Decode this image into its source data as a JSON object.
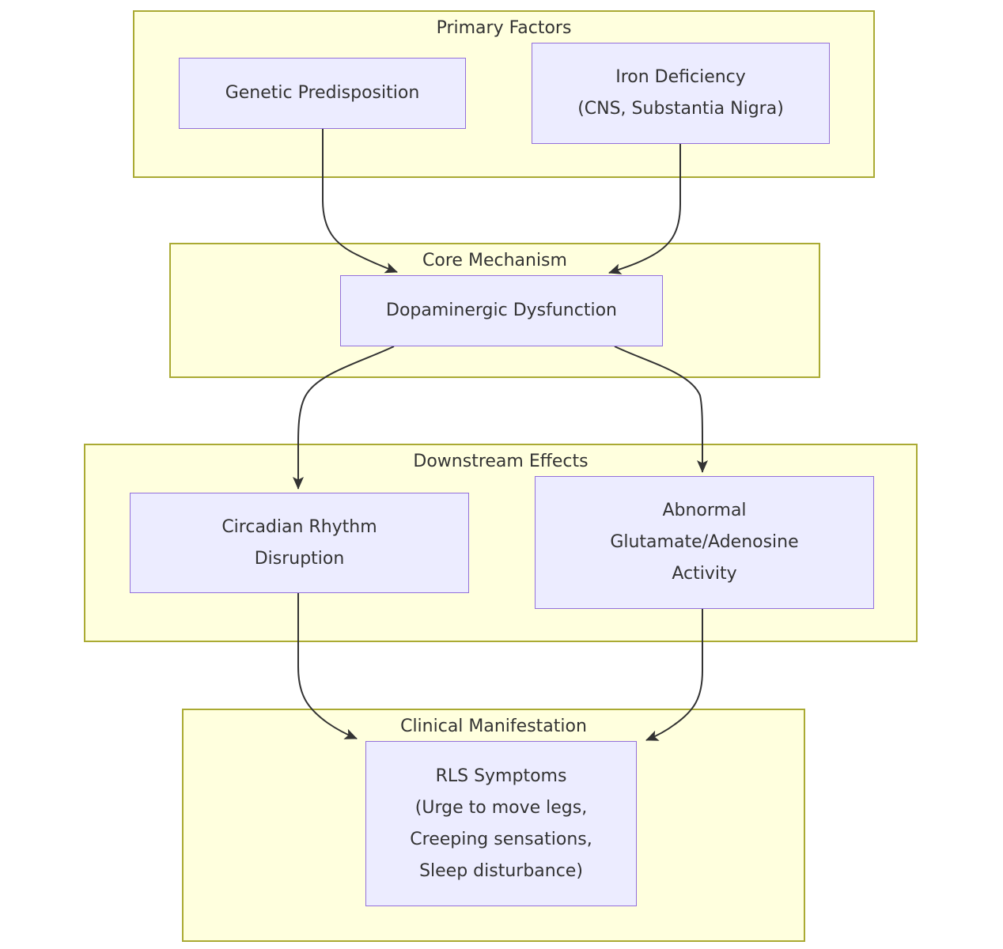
{
  "diagram": {
    "type": "flowchart",
    "direction": "top-down",
    "colors": {
      "background": "#ffffff",
      "cluster_fill": "#ffffde",
      "cluster_border": "#aaaa33",
      "node_fill": "#ececff",
      "node_border": "#9370db",
      "edge": "#333333",
      "text": "#333333"
    },
    "clusters": {
      "primary": {
        "title": "Primary Factors"
      },
      "core": {
        "title": "Core Mechanism"
      },
      "downstream": {
        "title": "Downstream Effects"
      },
      "clinical": {
        "title": "Clinical Manifestation"
      }
    },
    "nodes": {
      "genetic": {
        "cluster": "primary",
        "lines": [
          "Genetic Predisposition"
        ]
      },
      "iron": {
        "cluster": "primary",
        "lines": [
          "Iron Deficiency",
          "(CNS, Substantia Nigra)"
        ]
      },
      "dopaminergic": {
        "cluster": "core",
        "lines": [
          "Dopaminergic Dysfunction"
        ]
      },
      "circadian": {
        "cluster": "downstream",
        "lines": [
          "Circadian Rhythm",
          "Disruption"
        ]
      },
      "glutamate": {
        "cluster": "downstream",
        "lines": [
          "Abnormal",
          "Glutamate/Adenosine",
          "Activity"
        ]
      },
      "rls": {
        "cluster": "clinical",
        "lines": [
          "RLS Symptoms",
          "(Urge to move legs,",
          "Creeping sensations,",
          "Sleep disturbance)"
        ]
      }
    },
    "edges": [
      {
        "from": "genetic",
        "to": "dopaminergic"
      },
      {
        "from": "iron",
        "to": "dopaminergic"
      },
      {
        "from": "dopaminergic",
        "to": "circadian"
      },
      {
        "from": "dopaminergic",
        "to": "glutamate"
      },
      {
        "from": "circadian",
        "to": "rls"
      },
      {
        "from": "glutamate",
        "to": "rls"
      }
    ]
  }
}
